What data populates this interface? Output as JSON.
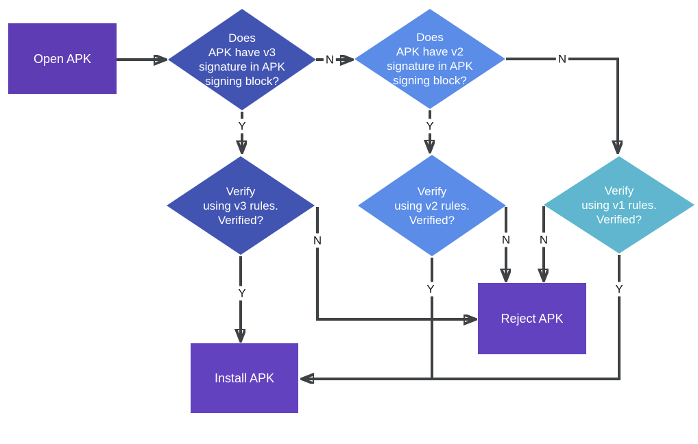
{
  "colors": {
    "box_purple": "#5E3CB4",
    "action_purple": "#6342C0",
    "indigo_blue": "#4254B2",
    "bright_blue": "#5A8CE8",
    "teal_blue": "#5FB6CE",
    "line_color": "#3F4245",
    "label_color": "#161616",
    "text_white": "#FFFFFF",
    "canvas_bg": "#FFFFFF"
  },
  "nodes": {
    "open_apk": {
      "label": "Open APK",
      "shape": "rectangle"
    },
    "v3_check": {
      "label": "Does\nAPK have v3\nsignature in APK\nsigning block?",
      "shape": "diamond"
    },
    "v2_check": {
      "label": "Does\nAPK have v2\nsignature in APK\nsigning block?",
      "shape": "diamond"
    },
    "v3_verify": {
      "label": "Verify\nusing v3 rules.\nVerified?",
      "shape": "diamond"
    },
    "v2_verify": {
      "label": "Verify\nusing v2 rules.\nVerified?",
      "shape": "diamond"
    },
    "v1_verify": {
      "label": "Verify\nusing v1 rules.\nVerified?",
      "shape": "diamond"
    },
    "reject_apk": {
      "label": "Reject APK",
      "shape": "rectangle"
    },
    "install_apk": {
      "label": "Install APK",
      "shape": "rectangle"
    }
  },
  "edges": {
    "open_to_v3check": {
      "from": "open_apk",
      "to": "v3_check",
      "label": ""
    },
    "v3check_no": {
      "from": "v3_check",
      "to": "v2_check",
      "label": "N"
    },
    "v3check_yes": {
      "from": "v3_check",
      "to": "v3_verify",
      "label": "Y"
    },
    "v2check_yes": {
      "from": "v2_check",
      "to": "v2_verify",
      "label": "Y"
    },
    "v2check_no": {
      "from": "v2_check",
      "to": "v1_verify",
      "label": "N"
    },
    "v3verify_yes": {
      "from": "v3_verify",
      "to": "install_apk",
      "label": "Y"
    },
    "v3verify_no": {
      "from": "v3_verify",
      "to": "reject_apk",
      "label": "N"
    },
    "v2verify_no": {
      "from": "v2_verify",
      "to": "reject_apk",
      "label": "N"
    },
    "v1verify_no": {
      "from": "v1_verify",
      "to": "reject_apk",
      "label": "N"
    },
    "v2verify_yes": {
      "from": "v2_verify",
      "to": "install_apk",
      "label": "Y"
    },
    "v1verify_yes": {
      "from": "v1_verify",
      "to": "install_apk",
      "label": "Y"
    }
  }
}
